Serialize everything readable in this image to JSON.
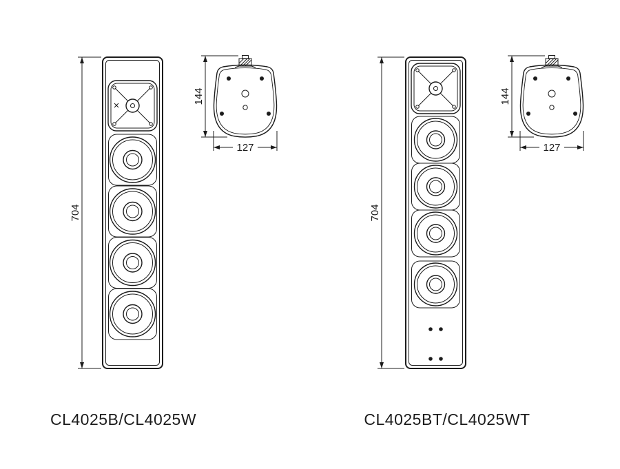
{
  "page": {
    "background": "#ffffff",
    "line_color": "#1c1c1c"
  },
  "left_speaker": {
    "model_label": "CL4025B/CL4025W",
    "front_height_mm": "704",
    "top_view": {
      "height_mm": "144",
      "width_mm": "127"
    }
  },
  "right_speaker": {
    "model_label": "CL4025BT/CL4025WT",
    "front_height_mm": "704",
    "top_view": {
      "height_mm": "144",
      "width_mm": "127"
    }
  }
}
